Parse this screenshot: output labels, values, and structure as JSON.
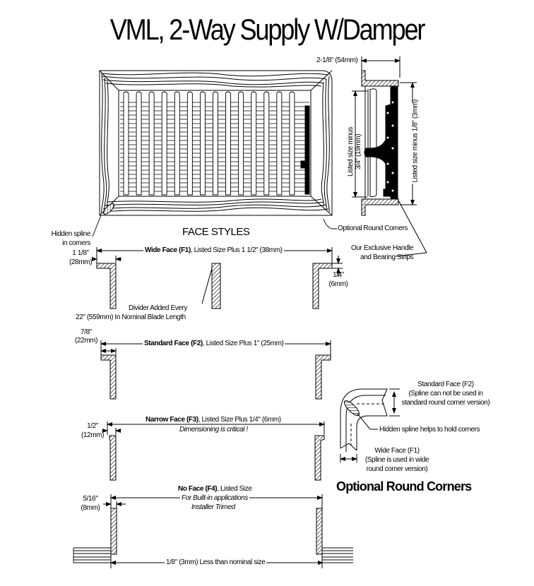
{
  "title": "VML, 2-Way Supply W/Damper",
  "side_view": {
    "top_dim": "2-1/8\" (54mm)",
    "left_dim_line1": "Listed size minus",
    "left_dim_line2": "3/4\" (19mm)",
    "right_dim": "Listed size minus 1/8\" (3mm)"
  },
  "front_view": {
    "blade_count": 14,
    "callout_hidden_spline_line1": "Hidden spline",
    "callout_hidden_spline_line2": "in corners",
    "callout_round_corners": "Optional Round Corners",
    "callout_handle_line1": "Our Exclusive Handle",
    "callout_handle_line2": "and Bearing Strips"
  },
  "face_styles": {
    "heading": "FACE STYLES",
    "wide": {
      "name": "Wide Face (F1)",
      "desc": ", Listed Size Plus 1 1/2\" (38mm)",
      "flange_dim_line1": "1 1/8\"",
      "flange_dim_line2": "(28mm)",
      "lip_dim_line1": "1/4\"",
      "lip_dim_line2": "(6mm)",
      "divider_line1": "Divider Added Every",
      "divider_line2": "22\" (559mm) In Nominal Blade Length"
    },
    "standard": {
      "name": "Standard Face (F2)",
      "desc": ", Listed Size Plus 1\" (25mm)",
      "flange_dim_line1": "7/8\"",
      "flange_dim_line2": "(22mm)"
    },
    "narrow": {
      "name": "Narrow Face (F3)",
      "desc": ", Listed Size Plus 1/4\" (6mm)",
      "note": "Dimensioning is critical !",
      "flange_dim_line1": "1/2\"",
      "flange_dim_line2": "(12mm)"
    },
    "none": {
      "name": "No Face (F4)",
      "desc": ", Listed Size",
      "note1": "For Built-in applications",
      "note2": "Installer Trimed",
      "flange_dim_line1": "5/16\"",
      "flange_dim_line2": "(8mm)",
      "bottom_dim": "1/8\" (3mm) Less than nominal size"
    }
  },
  "round_corners": {
    "heading": "Optional Round Corners",
    "standard_line1": "Standard Face (F2)",
    "standard_line2": "(Spline can not be used in",
    "standard_line3": "standard round corner version)",
    "spline_note": "Hidden spline helps to hold corners",
    "wide_line1": "Wide Face (F1)",
    "wide_line2": "(Spline is used in wide",
    "wide_line3": "round corner version)"
  }
}
